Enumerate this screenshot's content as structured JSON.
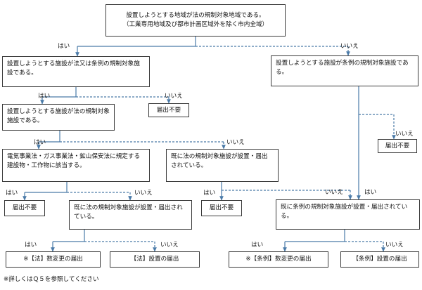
{
  "q_top": {
    "line1": "設置しようとする地域が法の規制対象地域である。",
    "line2": "（工業専用地域及び都市計画区域外を除く市内全域）"
  },
  "q_law_or_ord": "設置しようとする施設が法又は条例の規制対象施設である。",
  "q_ord_only": "設置しようとする施設が条例の規制対象施設である。",
  "q_law": "設置しようとする施設が法の規制対象施設である。",
  "q_exempt_utility": "電気事業法・ガス事業法・鉱山保安法に規定する建設物・工作物に該当する。",
  "q_already_law_listed": "既に法の規制対象施設が設置・届出されている。",
  "q_already_law_installed": "既に法の規制対象施設が設置・届出されている。",
  "q_already_ord_installed": "既に条例の規制対象施設が設置・届出されている。",
  "r_not_required": "届出不要",
  "r_law_change": "※【法】数変更の届出",
  "r_law_install": "【法】設置の届出",
  "r_ord_change": "※【条例】数変更の届出",
  "r_ord_install": "【条例】設置の届出",
  "yes": "はい",
  "no": "いいえ",
  "footnote": "※詳しくはＱ５を参照してください",
  "colors": {
    "line": "#4a7aa8",
    "border": "#3a3a3a"
  }
}
